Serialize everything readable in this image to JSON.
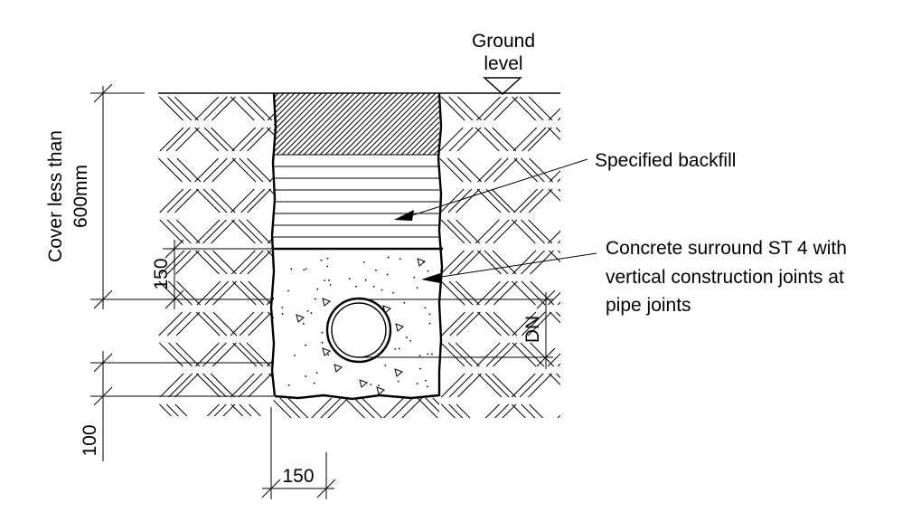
{
  "labels": {
    "ground_level_line1": "Ground",
    "ground_level_line2": "level",
    "specified_backfill": "Specified backfill",
    "concrete_line1": "Concrete surround ST 4 with",
    "concrete_line2": "vertical construction joints at",
    "concrete_line3": "pipe joints"
  },
  "dimensions": {
    "cover_line1": "Cover less than",
    "cover_line2": "600mm",
    "surround_above_pipe": "150",
    "pipe_diameter": "DN",
    "bedding_below_pipe": "100",
    "side_clearance": "150"
  }
}
